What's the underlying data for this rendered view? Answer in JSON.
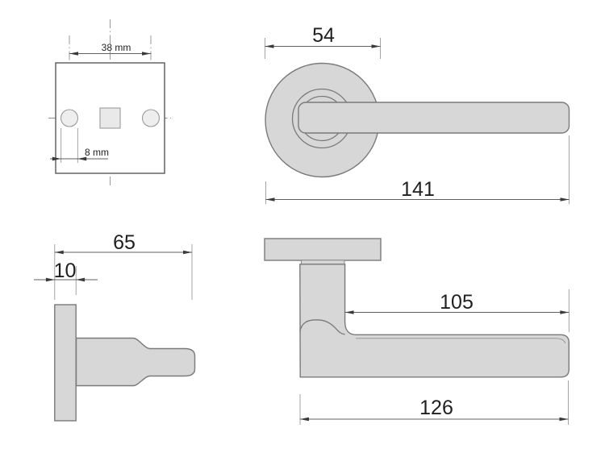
{
  "drawing": {
    "views": {
      "backplate": {
        "dim_hole_spacing": "38 mm",
        "dim_hole_diameter": "8 mm"
      },
      "front": {
        "dim_rose_diameter": "54",
        "dim_overall_length": "141"
      },
      "side": {
        "dim_overall_projection": "65",
        "dim_rose_thickness": "10"
      },
      "profile": {
        "dim_grip_length": "105",
        "dim_lever_length": "126"
      }
    },
    "colors": {
      "background": "#ffffff",
      "shape_fill": "#d7d7d7",
      "hole_fill": "#eeeeee",
      "outline": "#7a7a7a",
      "dimension_line": "#5f5f5f",
      "centerline": "#8f8f8f",
      "text": "#1f1f1f"
    }
  }
}
